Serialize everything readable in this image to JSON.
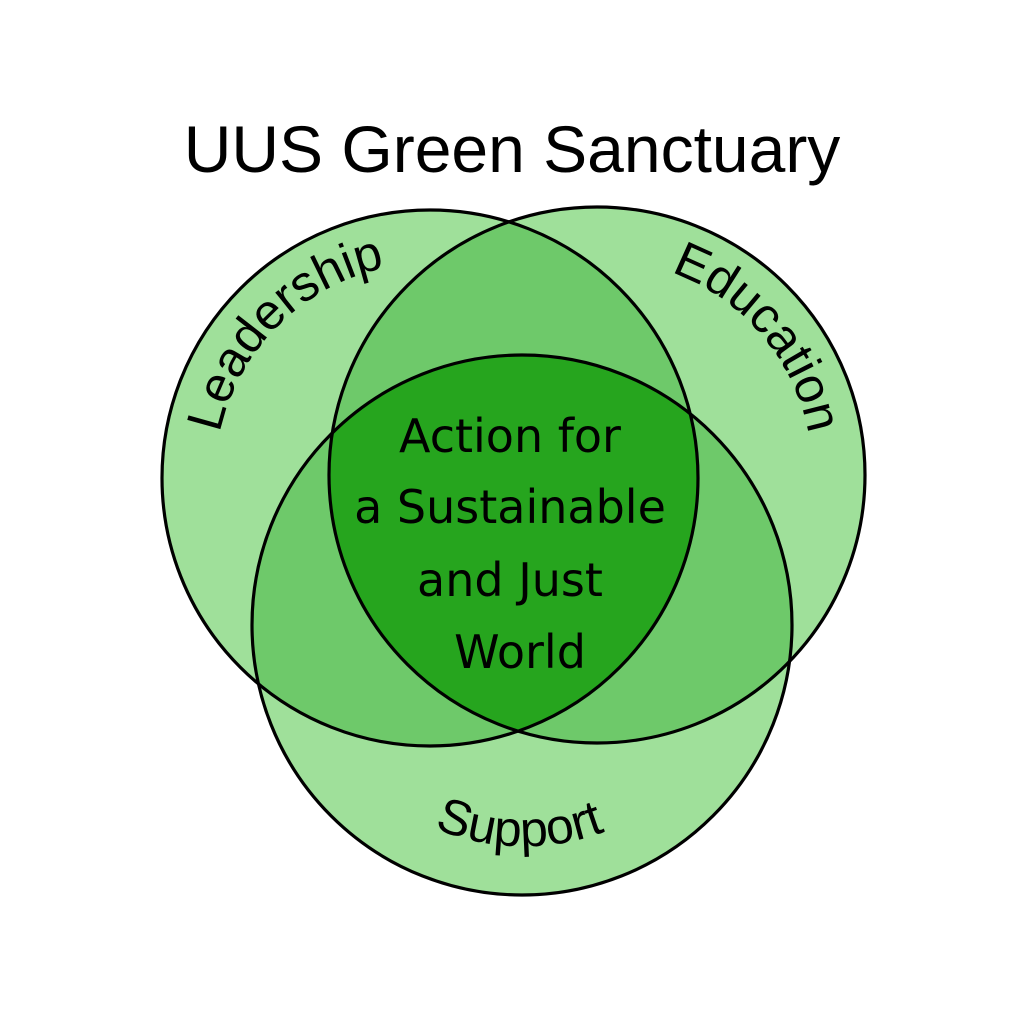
{
  "title": "UUS Green Sanctuary",
  "colors": {
    "single": "#9fe09a",
    "double": "#6ec96a",
    "triple": "#26a51e",
    "outline": "#000000",
    "background": "#ffffff"
  },
  "circles": [
    {
      "id": "leadership",
      "label": "Leadership"
    },
    {
      "id": "education",
      "label": "Education"
    },
    {
      "id": "support",
      "label": "Support"
    }
  ],
  "center": {
    "lines": [
      "Action for",
      "a Sustainable",
      "and Just",
      "World"
    ]
  }
}
